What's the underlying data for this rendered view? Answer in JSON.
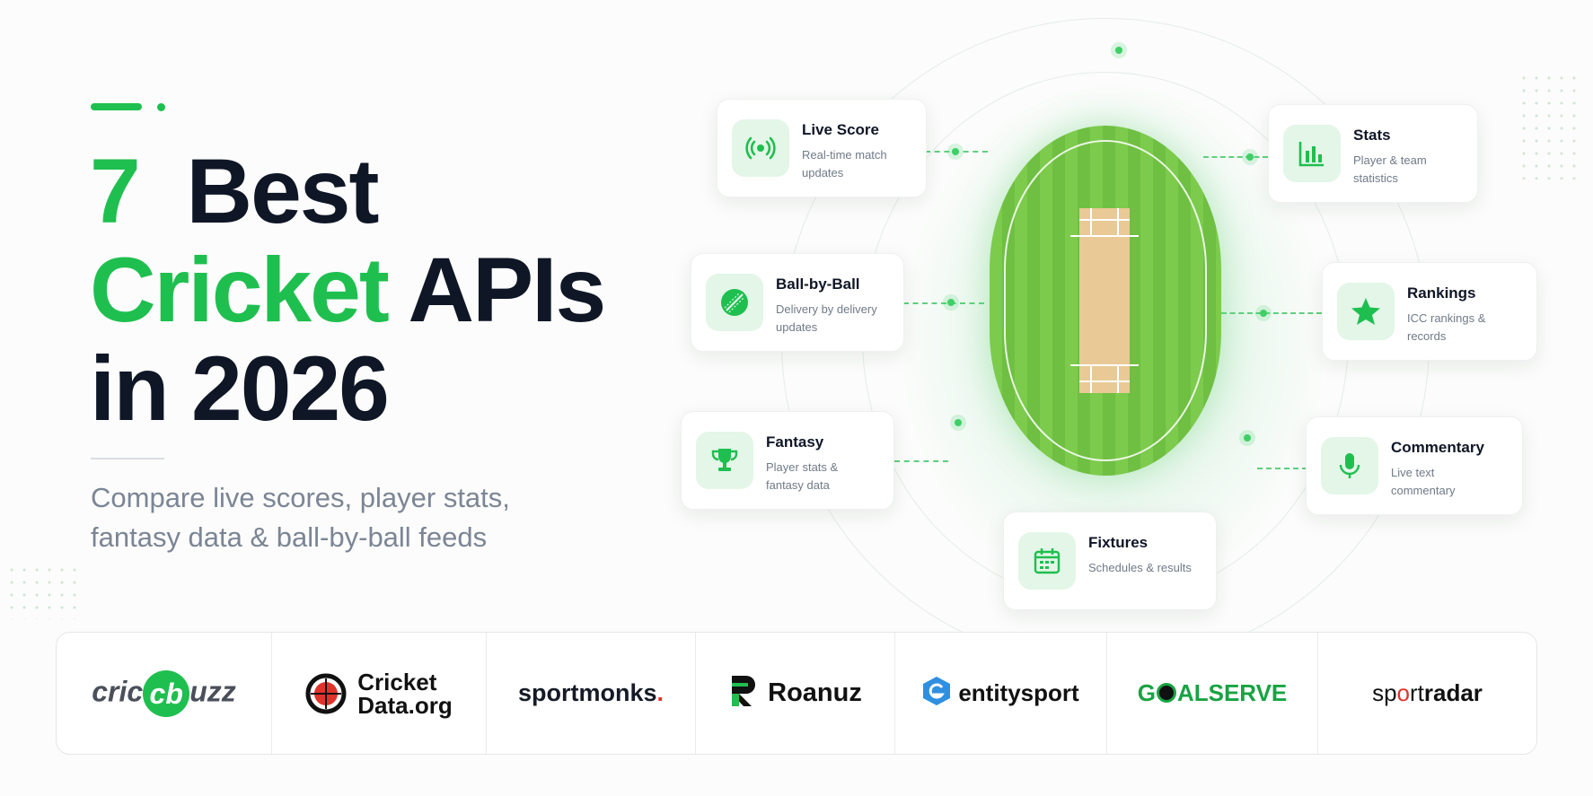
{
  "hero": {
    "title_number": "7",
    "title_word1": "Best",
    "title_green": "Cricket",
    "title_word2": "APIs",
    "title_line3": "in 2026",
    "subtitle_line1": "Compare live scores, player stats,",
    "subtitle_line2": "fantasy data & ball-by-ball feeds"
  },
  "features": [
    {
      "title": "Live Score",
      "desc": "Real-time match updates",
      "icon": "broadcast-icon"
    },
    {
      "title": "Stats",
      "desc": "Player & team statistics",
      "icon": "bar-chart-icon"
    },
    {
      "title": "Ball-by-Ball",
      "desc": "Delivery by delivery updates",
      "icon": "cricket-ball-icon"
    },
    {
      "title": "Rankings",
      "desc": "ICC rankings & records",
      "icon": "star-icon"
    },
    {
      "title": "Fantasy",
      "desc": "Player stats & fantasy data",
      "icon": "trophy-icon"
    },
    {
      "title": "Commentary",
      "desc": "Live text commentary",
      "icon": "microphone-icon"
    },
    {
      "title": "Fixtures",
      "desc": "Schedules & results",
      "icon": "calendar-icon"
    }
  ],
  "logos": [
    {
      "pre": "cric",
      "badge": "cb",
      "post": "uzz"
    },
    {
      "line1": "Cricket",
      "line2": "Data.org"
    },
    {
      "text": "sportmonks",
      "dot": "."
    },
    {
      "text": "Roanuz"
    },
    {
      "text": "entitysport"
    },
    {
      "pre": "G",
      "post": "ALSERVE"
    },
    {
      "pre": "sp",
      "mid": "o",
      "mid2": "rt",
      "post": "radar"
    }
  ],
  "colors": {
    "accent": "#1fbf4f",
    "dark": "#0f1626",
    "muted": "#7b8595"
  }
}
